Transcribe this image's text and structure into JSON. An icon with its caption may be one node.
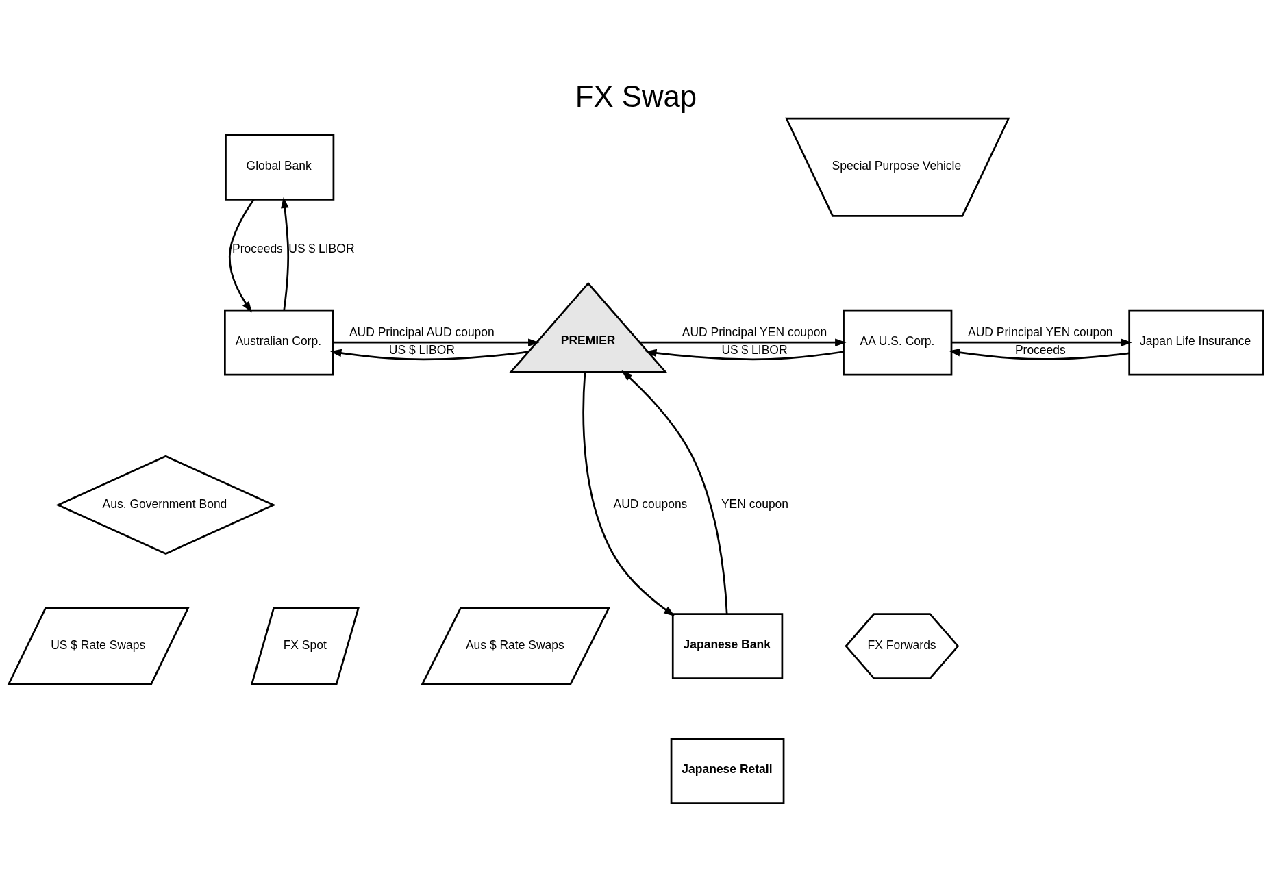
{
  "diagram": {
    "title": "FX Swap",
    "nodes": [
      {
        "text": [
          "Global Bank"
        ]
      },
      {
        "text": [
          "Australian Corp."
        ]
      },
      {
        "text": [
          "PREMIER"
        ]
      },
      {
        "text": [
          "Special Purpose Vehicle"
        ]
      },
      {
        "text": [
          "AA U.S. Corp."
        ]
      },
      {
        "text": [
          "Japan Life Insurance"
        ]
      },
      {
        "text": [
          "Aus. Government Bond"
        ]
      },
      {
        "text": [
          "US $ Rate Swaps"
        ]
      },
      {
        "text": [
          "FX Spot"
        ]
      },
      {
        "text": [
          "Aus $ Rate Swaps"
        ]
      },
      {
        "text": [
          "Japanese Bank"
        ]
      },
      {
        "text": [
          "FX Forwards"
        ]
      },
      {
        "text": [
          "Japanese Retail"
        ]
      }
    ],
    "edges": [
      {
        "from": 0,
        "to": 1,
        "arrow": "to",
        "label": "Proceeds"
      },
      {
        "from": 1,
        "to": 0,
        "arrow": "to",
        "label": "US $ LIBOR"
      },
      {
        "from": 1,
        "to": 2,
        "arrow": "to",
        "label": "AUD Principal AUD coupon"
      },
      {
        "from": 2,
        "to": 1,
        "arrow": "to",
        "label": "US $ LIBOR"
      },
      {
        "from": 2,
        "to": 4,
        "arrow": "to",
        "label": "AUD Principal YEN coupon"
      },
      {
        "from": 4,
        "to": 2,
        "arrow": "to",
        "label": "US $ LIBOR"
      },
      {
        "from": 4,
        "to": 5,
        "arrow": "to",
        "label": "AUD Principal YEN coupon"
      },
      {
        "from": 5,
        "to": 4,
        "arrow": "to",
        "label": "Proceeds"
      },
      {
        "from": 2,
        "to": 10,
        "arrow": "to",
        "label": "AUD coupons"
      },
      {
        "from": 10,
        "to": 2,
        "arrow": "to",
        "label": "YEN coupon"
      }
    ]
  }
}
